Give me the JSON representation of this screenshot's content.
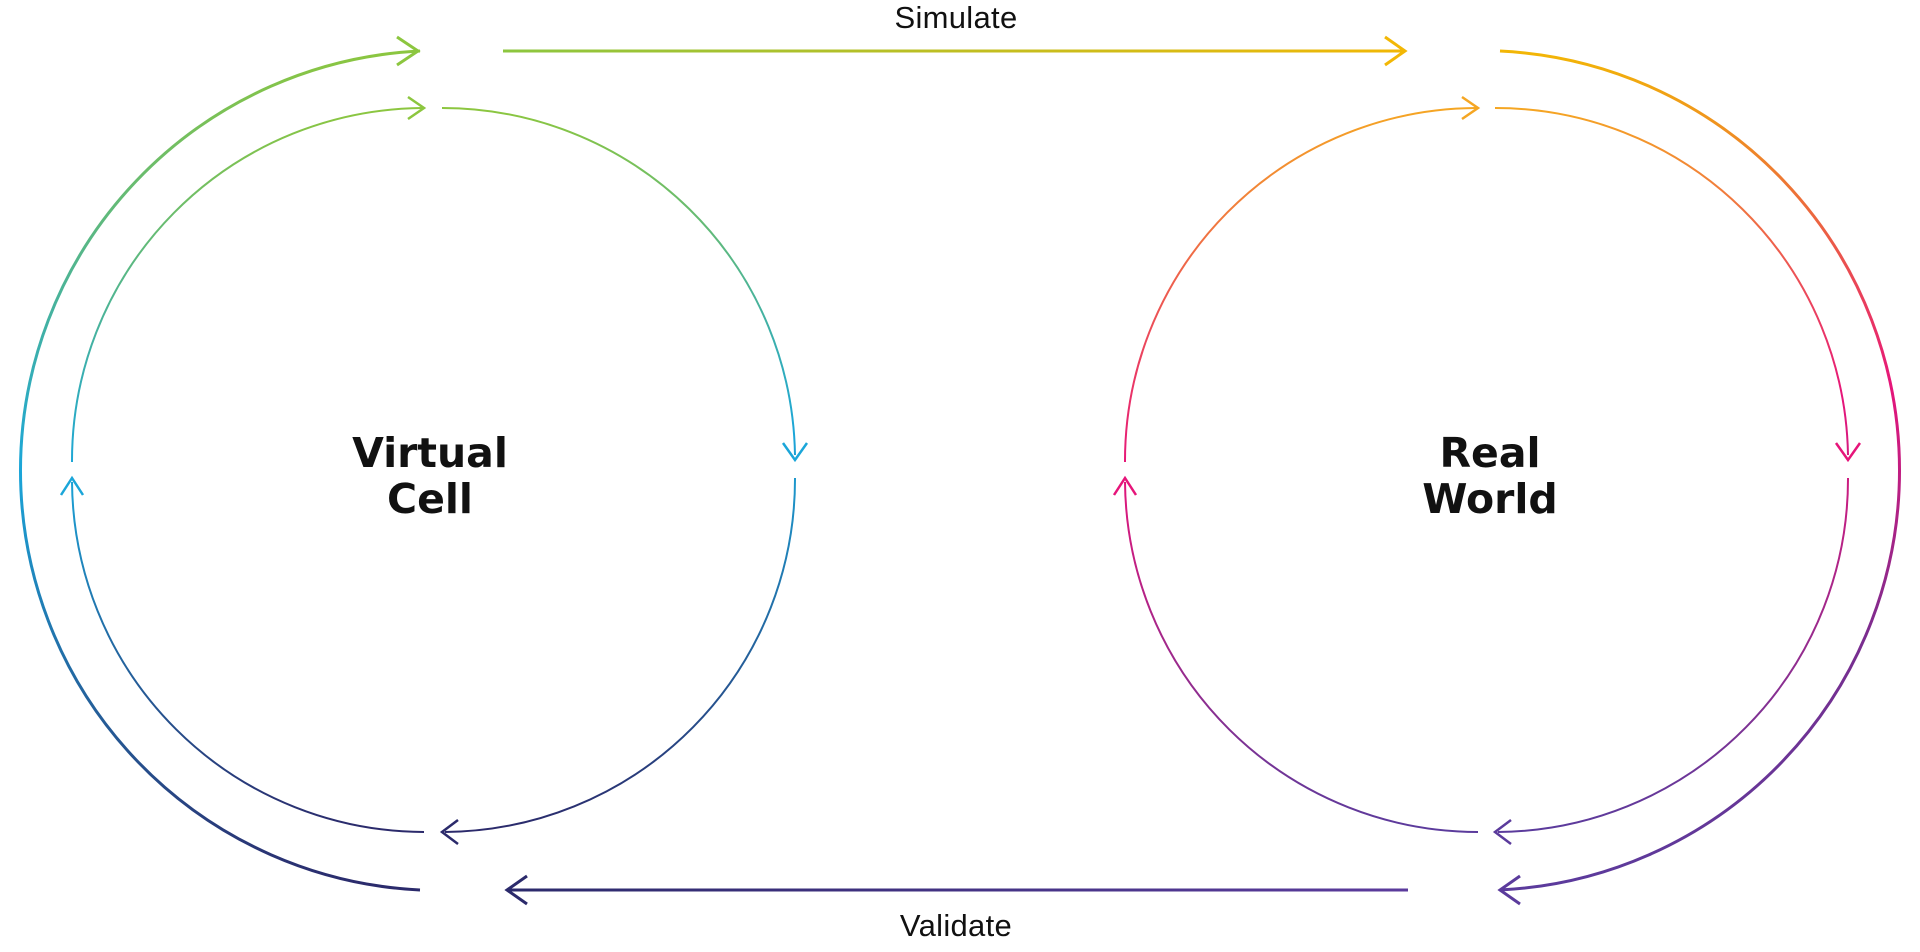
{
  "edges": {
    "top": {
      "label": "Simulate"
    },
    "bottom": {
      "label": "Validate"
    }
  },
  "nodes": {
    "left": {
      "line1": "Virtual",
      "line2": "Cell"
    },
    "right": {
      "line1": "Real",
      "line2": "World"
    }
  },
  "colors": {
    "green": "#8cc63f",
    "yellow": "#f2b705",
    "orange": "#f5a623",
    "magenta": "#e6157a",
    "purple": "#5b3b9c",
    "navy": "#2b2a6b",
    "cyan": "#1ba6d9"
  }
}
